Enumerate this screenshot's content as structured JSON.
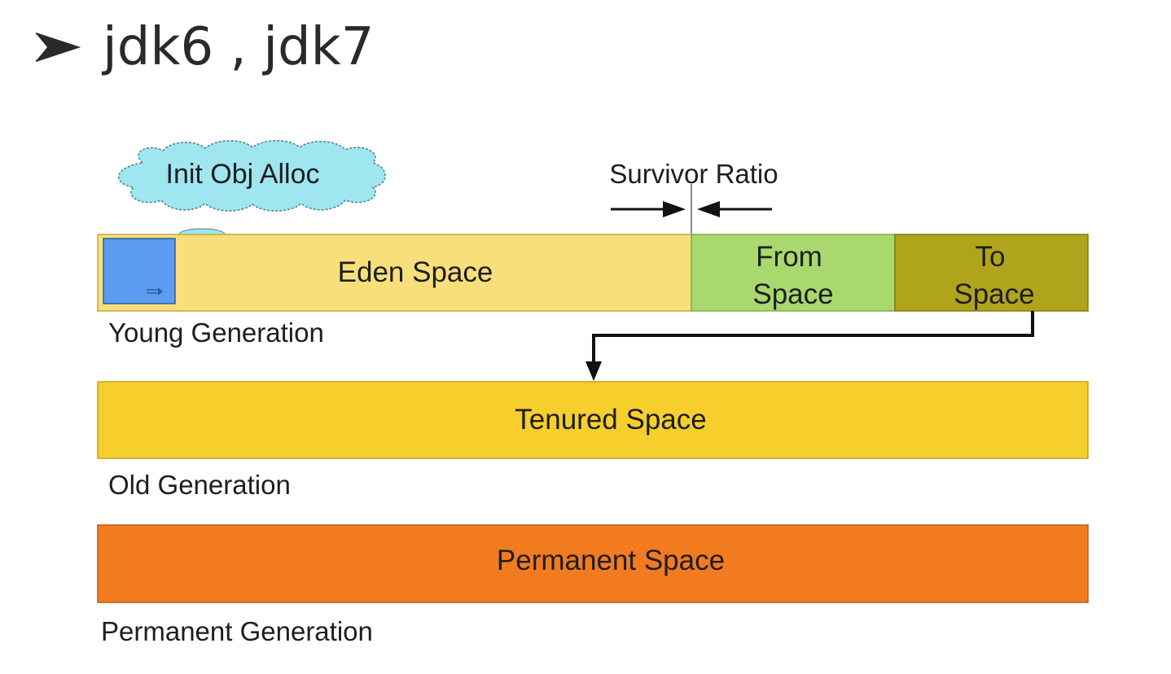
{
  "title": "jdk6 , jdk7",
  "cloud_label": "Init Obj Alloc",
  "survivor_ratio_label": "Survivor Ratio",
  "young_generation": {
    "eden_label": "Eden Space",
    "from_label_line1": "From",
    "from_label_line2": "Space",
    "to_label_line1": "To",
    "to_label_line2": "Space",
    "caption": "Young Generation"
  },
  "old_generation": {
    "tenured_label": "Tenured Space",
    "caption": "Old Generation"
  },
  "permanent_generation": {
    "permanent_label": "Permanent Space",
    "caption": "Permanent Generation"
  },
  "colors": {
    "eden": "#f8df7a",
    "from": "#a8d86e",
    "to": "#b0a41c",
    "tenured": "#f6cf2c",
    "permanent": "#f27b20",
    "cloud": "#9fe6f0",
    "object_block": "#5b9cf0"
  },
  "icons": {
    "bullet": "arrowhead-bullet-icon"
  }
}
